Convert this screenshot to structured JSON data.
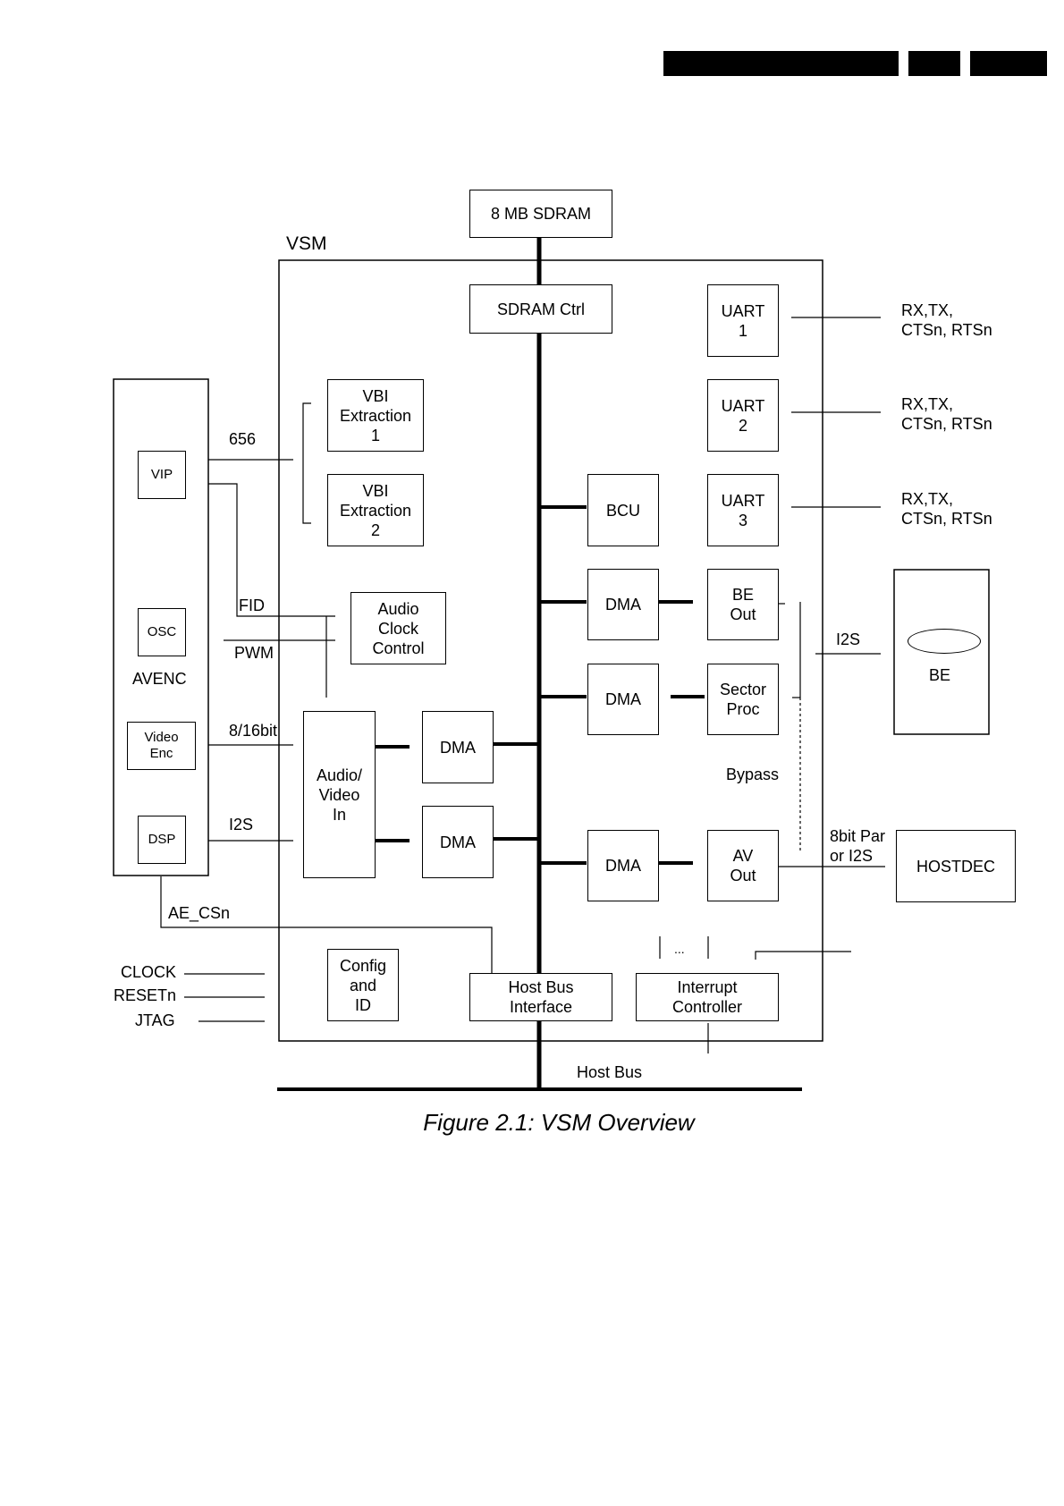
{
  "header_bars": [
    "header-bar-1",
    "header-bar-2",
    "header-bar-3"
  ],
  "labels": {
    "vsm": "VSM",
    "avenc": "AVENC",
    "signal_656": "656",
    "fid": "FID",
    "pwm": "PWM",
    "bit816": "8/16bit",
    "i2s_left": "I2S",
    "ae_csn": "AE_CSn",
    "clock": "CLOCK",
    "resetn": "RESETn",
    "jtag": "JTAG",
    "uart1_sig": "RX,TX,\nCTSn, RTSn",
    "uart2_sig": "RX,TX,\nCTSn, RTSn",
    "uart3_sig": "RX,TX,\nCTSn, RTSn",
    "i2s_right": "I2S",
    "be": "BE",
    "bypass": "Bypass",
    "eightbit": "8bit Par\nor I2S",
    "dots": "...",
    "host_bus": "Host Bus"
  },
  "blocks": {
    "sdram": "8 MB SDRAM",
    "sdram_ctrl": "SDRAM Ctrl",
    "uart1": "UART\n1",
    "uart2": "UART\n2",
    "uart3": "UART\n3",
    "vbi1": "VBI\nExtraction\n1",
    "vbi2": "VBI\nExtraction\n2",
    "bcu": "BCU",
    "dma_be": "DMA",
    "dma_sector": "DMA",
    "dma_av": "DMA",
    "dma_in1": "DMA",
    "dma_in2": "DMA",
    "be_out": "BE\nOut",
    "sector_proc": "Sector\nProc",
    "av_out": "AV\nOut",
    "audio_clock": "Audio\nClock\nControl",
    "av_in": "Audio/\nVideo\nIn",
    "config": "Config\nand\nID",
    "host_bus_if": "Host Bus\nInterface",
    "interrupt": "Interrupt\nController",
    "hostdec": "HOSTDEC",
    "vip": "VIP",
    "osc": "OSC",
    "video_enc": "Video\nEnc",
    "dsp": "DSP"
  },
  "caption": "Figure 2.1: VSM Overview"
}
